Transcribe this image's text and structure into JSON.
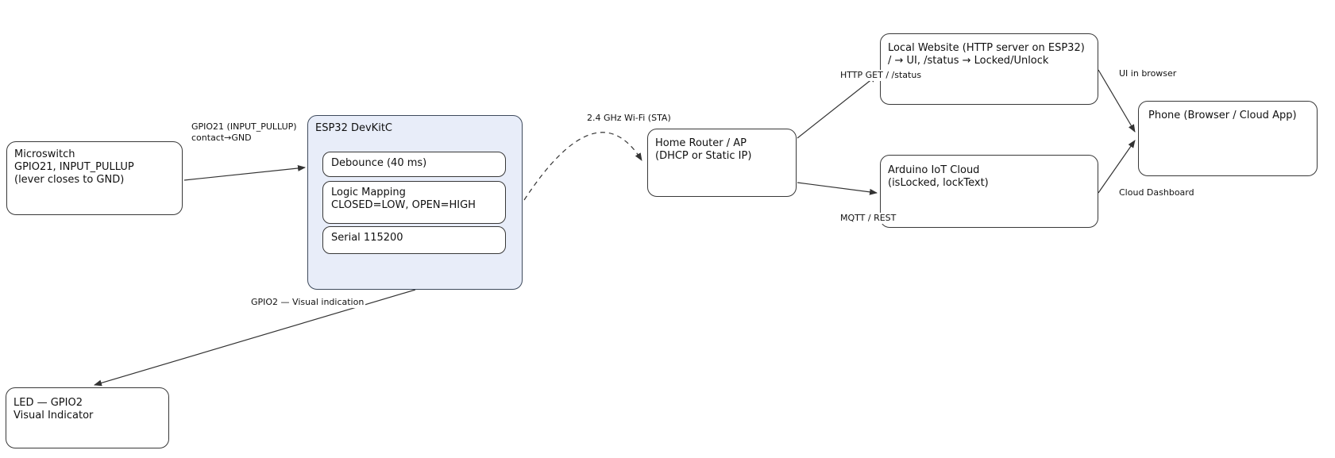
{
  "diagram": {
    "nodes": {
      "microswitch": {
        "lines": [
          "Microswitch",
          "GPIO21, INPUT_PULLUP",
          "(lever closes to GND)"
        ]
      },
      "esp32": {
        "title": "ESP32 DevKitC"
      },
      "debounce": {
        "lines": [
          "Debounce (40 ms)"
        ]
      },
      "logic_mapping": {
        "lines": [
          "Logic Mapping",
          "CLOSED=LOW, OPEN=HIGH"
        ]
      },
      "serial": {
        "lines": [
          "Serial 115200"
        ]
      },
      "router": {
        "lines": [
          "Home Router / AP",
          "(DHCP or Static IP)"
        ]
      },
      "local_website": {
        "lines": [
          "Local Website (HTTP server on ESP32)",
          "/ → UI, /status → Locked/Unlock"
        ]
      },
      "arduino_cloud": {
        "lines": [
          "Arduino IoT Cloud",
          "(isLocked, lockText)"
        ]
      },
      "phone": {
        "lines": [
          "Phone (Browser / Cloud App)"
        ]
      },
      "led": {
        "lines": [
          "LED — GPIO2",
          "Visual Indicator"
        ]
      }
    },
    "edge_labels": {
      "gpio21": {
        "lines": [
          "GPIO21 (INPUT_PULLUP)",
          "contact→GND"
        ]
      },
      "wifi": {
        "text": "2.4 GHz Wi-Fi (STA)"
      },
      "http_get": {
        "text": "HTTP GET / /status"
      },
      "mqtt_rest": {
        "text": "MQTT / REST"
      },
      "ui_browser": {
        "text": "UI in browser"
      },
      "cloud_dashboard": {
        "text": "Cloud Dashboard"
      },
      "gpio2_visual": {
        "text": "GPIO2 — Visual indication"
      }
    },
    "edges": [
      {
        "from": "microswitch",
        "to": "esp32",
        "label": "GPIO21 (INPUT_PULLUP) contact→GND",
        "style": "solid"
      },
      {
        "from": "esp32",
        "to": "router",
        "label": "2.4 GHz Wi-Fi (STA)",
        "style": "dashed"
      },
      {
        "from": "router",
        "to": "local_website",
        "label": "HTTP GET / /status",
        "style": "solid"
      },
      {
        "from": "router",
        "to": "arduino_cloud",
        "label": "MQTT / REST",
        "style": "solid"
      },
      {
        "from": "local_website",
        "to": "phone",
        "label": "UI in browser",
        "style": "solid"
      },
      {
        "from": "arduino_cloud",
        "to": "phone",
        "label": "Cloud Dashboard",
        "style": "solid"
      },
      {
        "from": "esp32",
        "to": "led",
        "label": "GPIO2 — Visual indication",
        "style": "solid"
      }
    ],
    "colors": {
      "background": "#ffffff",
      "node_fill": "#ffffff",
      "node_border": "#383838",
      "esp32_fill": "#e8edf9",
      "esp32_border": "#3e4a5c",
      "line": "#333333",
      "text": "#111111"
    }
  }
}
